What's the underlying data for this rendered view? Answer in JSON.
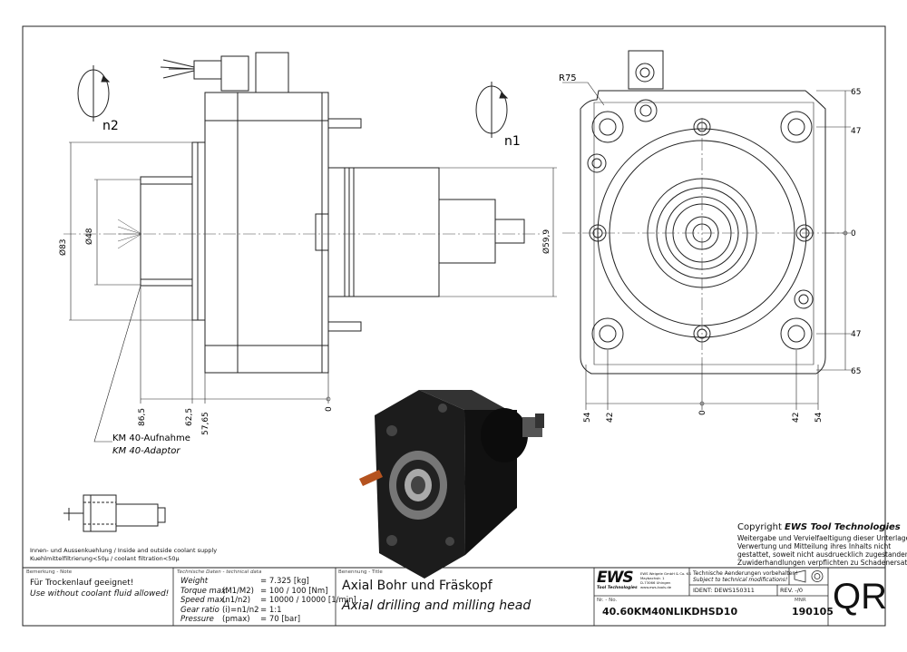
{
  "views": {
    "left_rotation_label": "n2",
    "right_rotation_label": "n1",
    "radius_label": "R75",
    "dim_d83": "Ø83",
    "dim_d48": "Ø48",
    "dim_d59": "Ø59,9",
    "bottom_dims": [
      "86,5",
      "62,5",
      "57,65",
      "0"
    ],
    "side_dims_right": [
      "65",
      "47",
      "0",
      "47",
      "65"
    ],
    "bottom_dims_right": [
      "54",
      "42",
      "0",
      "42",
      "54"
    ],
    "km_label_de": "KM 40-Aufnahme",
    "km_label_en": "KM 40-Adaptor"
  },
  "coolant": {
    "line1": "Innen- und Aussenkuehlung / Inside and outside coolant supply",
    "line2": "Kuehlmittelfiltrierung<50µ / coolant filtration<50µ"
  },
  "copyright": {
    "prefix": "Copyright ",
    "brand": "EWS Tool Technologies",
    "l1": "Weitergabe und Vervielfaeltigung dieser Unterlage,",
    "l2": "Verwertung und Mitteilung ihres Inhalts nicht",
    "l3": "gestattet, soweit nicht ausdruecklich zugestanden.",
    "l4": "Zuwiderhandlungen verpflichten zu Schadenersatz."
  },
  "titleblock": {
    "remark_header": "Bemerkung - Note",
    "remark_de": "Für Trockenlauf geeignet!",
    "remark_en": "Use without coolant fluid allowed!",
    "tech_header": "Technische Daten - technical data",
    "tech": [
      {
        "label": "Weight",
        "param": "",
        "value": "7.325 [kg]"
      },
      {
        "label": "Torque max.",
        "param": "(M1/M2)",
        "value": "100 / 100 [Nm]"
      },
      {
        "label": "Speed max.",
        "param": "(n1/n2)",
        "value": "10000 / 10000 [1/min]"
      },
      {
        "label": "Gear ratio",
        "param": "(i)=n1/n2",
        "value": "1:1"
      },
      {
        "label": "Pressure",
        "param": "(pmax)",
        "value": "70 [bar]"
      }
    ],
    "title_header": "Benennung - Title",
    "title_de": "Axial Bohr und Fräskopf",
    "title_en": "Axial drilling and milling head",
    "logo": "EWS",
    "logo_sub": "Tool Technologies",
    "company": [
      "EWS Weigele GmbH & Co. KG",
      "Maybachstr. 1",
      "D-73066 Uhingen",
      "www.ews-tools.de"
    ],
    "change_de": "Technische Aenderungen vorbehalten!",
    "change_en": "Subject to technical modifications!",
    "ident_label": "IDENT:",
    "ident_value": "DEWS150311",
    "rev_label": "REV.",
    "rev_value": "-/0",
    "nr_label": "Nr. - No.",
    "nr_value": "40.60KM40NLIKDHSD10",
    "mnr_label": "MNR",
    "mnr_value": "190105",
    "qr": "QR"
  }
}
